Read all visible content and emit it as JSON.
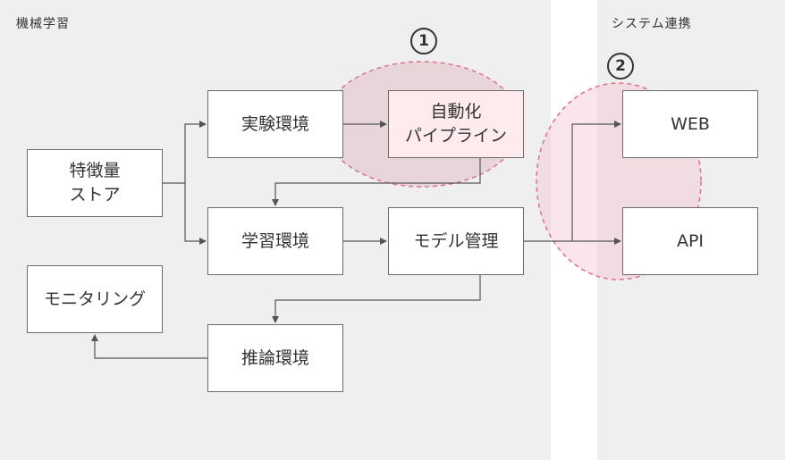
{
  "sections": {
    "left_title": "機械学習",
    "right_title": "システム連携"
  },
  "nodes": {
    "feature_store": "特徴量\nストア",
    "experiment_env": "実験環境",
    "auto_pipeline": "自動化\nパイプライン",
    "training_env": "学習環境",
    "model_management": "モデル管理",
    "monitoring": "モニタリング",
    "inference_env": "推論環境",
    "web": "WEB",
    "api": "API"
  },
  "badges": {
    "one": "1",
    "two": "2"
  },
  "colors": {
    "panel": "#efefef",
    "highlight_fill": "#f5c6d0",
    "highlight_stroke": "#e0708f",
    "box_border": "#6b6b6b",
    "arrow": "#555555"
  }
}
